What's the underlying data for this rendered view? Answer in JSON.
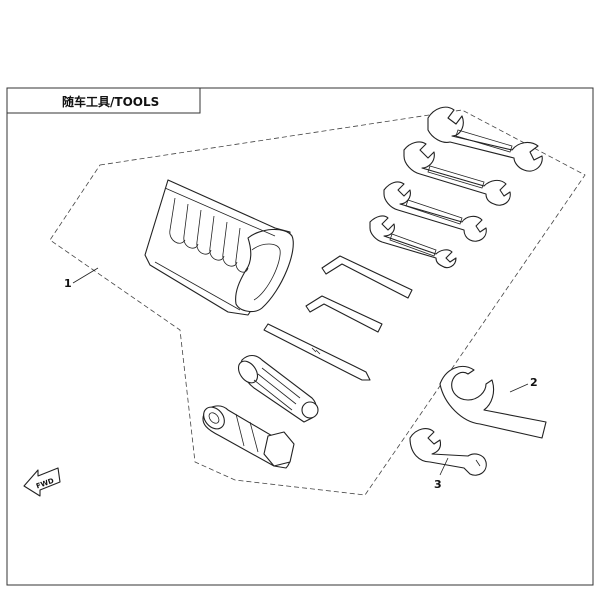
{
  "title": "随车工具/TOOLS",
  "callouts": [
    {
      "number": "1",
      "part": "tool-kit-group"
    },
    {
      "number": "2",
      "part": "spanner-wrench"
    },
    {
      "number": "3",
      "part": "open-end-wrench"
    }
  ],
  "direction_arrow_label": "FWD"
}
